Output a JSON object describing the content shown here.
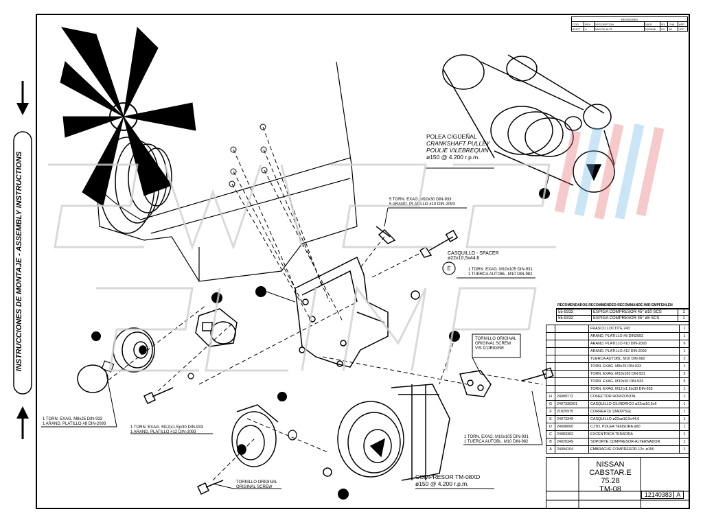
{
  "side_text": "INSTRUCCIONES DE MONTAJE - ASSEMBLY INSTRUCTIONS",
  "revisions": {
    "title": "REVISIONES",
    "headers": [
      "COD",
      "REV",
      "DESCRIPTION",
      "DATE",
      "BY",
      "CHK",
      "APP"
    ],
    "row": [
      "50177",
      "A",
      "DAR DE ALTA",
      "24/05/06",
      "FV",
      "AF",
      "JCF"
    ]
  },
  "pulley_label": {
    "line1": "POLEA CIGÜEÑAL",
    "line2": "CRANKSHAFT PULLEY",
    "line3": "POULIE VILEBREQUIN",
    "line4": "ø150 @ 4.200 r.p.m."
  },
  "bolt_top": {
    "line1": "5 TORN. EXAG. M10x30 DIN-933",
    "line2": "5 ARAND. PLATILLO #10 DIN-2093"
  },
  "spacer": {
    "title": "CASQUILLO - SPACER",
    "size": "ø22x10,5x44,6",
    "letter": "E",
    "line1": "1 TORN. EXAG. M10x105 DIN-931",
    "line2": "1 TUERCA AUTOBL. M10 DIN-982"
  },
  "original_screw_right": {
    "line1": "TORNILLO ORIGINAL",
    "line2": "ORIGINAL SCREW",
    "line3": "VIS D'ORIGINE"
  },
  "bolt_left": {
    "line1": "1 TORN. EXAG. M8x25 DIN-933",
    "line2": "1 ARAND. PLATILLO #8 DIN-2093"
  },
  "bolt_mid": {
    "line1": "1 TORN. EXAG. M12(x1,5)x30 DIN-933",
    "line2": "1 ARAND. PLATILLO #12 DIN-2093"
  },
  "bolt_right": {
    "line1": "1 TORN. EXAG. M10x105 DIN-931",
    "line2": "1 TUERCA AUTOBL. M10 DIN-982"
  },
  "original_screw_bottom": {
    "line1": "TORNILLO ORIGINAL",
    "line2": "ORIGINAL SCREW"
  },
  "compressor_label": {
    "line1": "COMPRESOR TM-08XD",
    "line2": "ø150 @ 4.200 r.p.m."
  },
  "recommended": {
    "header": "RECOMENDADOS-RECOMMENDED-RECOMMANDÉ-WIR EMPFEHLEN",
    "rows": [
      {
        "code": "55-9333",
        "desc": "ESPIGA COMPRESOR 45° ø10 SCS",
        "qty": "1"
      },
      {
        "code": "55-9332",
        "desc": "ESPIGA COMPRESOR 45° ø8 SCS",
        "qty": "1"
      }
    ]
  },
  "parts": [
    {
      "ltr": "",
      "code": "",
      "desc": "FRASCO LOCTITE 243",
      "qty": "1"
    },
    {
      "ltr": "",
      "code": "",
      "desc": "ARAND. PLATILLO #8 DIN2093",
      "qty": "1"
    },
    {
      "ltr": "",
      "code": "",
      "desc": "ARAND. PLATILLO #10 DIN-2093",
      "qty": "6"
    },
    {
      "ltr": "",
      "code": "",
      "desc": "ARAND. PLATILLO #12 DIN-2093",
      "qty": "1"
    },
    {
      "ltr": "",
      "code": "",
      "desc": "TUERCA AUTOBL. M10 DIN-982",
      "qty": "2"
    },
    {
      "ltr": "",
      "code": "",
      "desc": "TORN. EXAG. M8x25 DIN-933",
      "qty": "1"
    },
    {
      "ltr": "",
      "code": "",
      "desc": "TORN. EXAG. M10x105 DIN-931",
      "qty": "2"
    },
    {
      "ltr": "",
      "code": "",
      "desc": "TORN. EXAG. M10x30 DIN-933",
      "qty": "5"
    },
    {
      "ltr": "",
      "code": "",
      "desc": "TORN. EXAG. M12(x1,5)x30 DIN-933",
      "qty": "1"
    },
    {
      "ltr": "H",
      "code": "24089172",
      "desc": "CONECTOR HORIZONTAL",
      "qty": "1"
    },
    {
      "ltr": "G",
      "code": "2407330201",
      "desc": "CASQUILLO CILINDRICO ø22xø10,5x6",
      "qty": "1"
    },
    {
      "ltr": "F",
      "code": "21820975",
      "desc": "CORREA D) 13A0975GL",
      "qty": "1"
    },
    {
      "ltr": "E",
      "code": "24073349",
      "desc": "CASQUILLO ø22xø10,5x44,6",
      "qty": "1"
    },
    {
      "ltr": "D",
      "code": "24008000",
      "desc": "CJTO. POLEA TENSORA ø80",
      "qty": "1"
    },
    {
      "ltr": "C",
      "code": "24083302",
      "desc": "EXCENTRICA TENSORA",
      "qty": "1"
    },
    {
      "ltr": "B",
      "code": "24020349",
      "desc": "SOPORTE COMPRESOR-ALTERNADOR",
      "qty": "1"
    },
    {
      "ltr": "A",
      "code": "24094104",
      "desc": "EMBRAGUE COMPRESOR 12v. ø150",
      "qty": "1"
    }
  ],
  "title_block": {
    "model": "NISSAN CABSTAR.E",
    "code": "75.28",
    "variant": "TM-08",
    "drawing_number": "12140383",
    "rev": "A"
  }
}
